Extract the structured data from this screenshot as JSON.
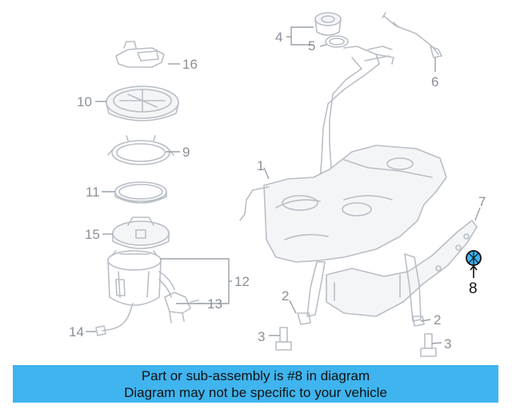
{
  "diagram": {
    "callouts": [
      {
        "id": "1",
        "text": "1"
      },
      {
        "id": "2a",
        "text": "2"
      },
      {
        "id": "2b",
        "text": "2"
      },
      {
        "id": "3a",
        "text": "3"
      },
      {
        "id": "3b",
        "text": "3"
      },
      {
        "id": "4",
        "text": "4"
      },
      {
        "id": "5",
        "text": "5"
      },
      {
        "id": "6",
        "text": "6"
      },
      {
        "id": "7",
        "text": "7"
      },
      {
        "id": "8",
        "text": "8"
      },
      {
        "id": "9",
        "text": "9"
      },
      {
        "id": "10",
        "text": "10"
      },
      {
        "id": "11",
        "text": "11"
      },
      {
        "id": "12",
        "text": "12"
      },
      {
        "id": "13",
        "text": "13"
      },
      {
        "id": "14",
        "text": "14"
      },
      {
        "id": "15",
        "text": "15"
      },
      {
        "id": "16",
        "text": "16"
      }
    ],
    "highlight_color": "#3fb4ee"
  },
  "banner": {
    "line1": "Part or sub-assembly is #8 in diagram",
    "line2": "Diagram may not be specific to your vehicle",
    "color": "#3fb4ee"
  }
}
